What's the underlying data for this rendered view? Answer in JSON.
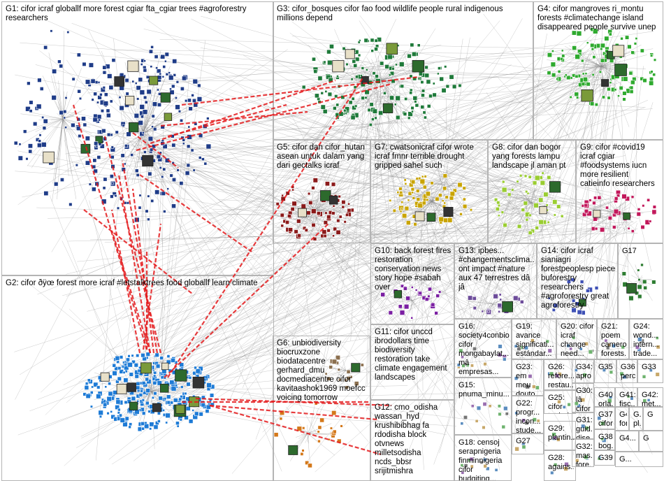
{
  "colors": {
    "background": "#ffffff",
    "box_border": "#b4b4b4",
    "edge": "#8a8a8a",
    "edge_highlight": "#e41a1c",
    "group1": "#1f3c88",
    "group2": "#1e7bd6",
    "group3": "#1f7a3a",
    "group4": "#2faa2f",
    "group5": "#8b1a1a",
    "group7": "#c9a400",
    "group8": "#9acd32",
    "group9": "#c2185b",
    "group10": "#7b1fa2",
    "group12": "#d4781a"
  },
  "groups": [
    {
      "id": "G1",
      "label": "G1: cifor icraf globallf more forest cgiar fta_cgiar trees #agroforestry\nresearchers"
    },
    {
      "id": "G2",
      "label": "G2: cifor ðÿœ forest more icraf #letstalktrees food globallf learn climate"
    },
    {
      "id": "G3",
      "label": "G3: cifor_bosques cifor fao food wildlife people rural indigenous\nmillions depend"
    },
    {
      "id": "G4",
      "label": "G4: cifor mangroves ri_montu\nforests #climatechange island\ndisappeared people survive unep"
    },
    {
      "id": "G5",
      "label": "G5: cifor dan cifor_hutan\nasean untuk dalam yang\ndari gectalks icraf"
    },
    {
      "id": "G6",
      "label": "G6: unbiodiversity\nbiocruxzone\nbiodatacentre\ngerhard_dmu\ndocmediacentre cifor\nkavitaashok1969 moefcc\nvoicing tomorrow"
    },
    {
      "id": "G7",
      "label": "G7: cwatsonicraf cifor wrote\nicraf fmnr terrible drought\ngripped sahel such"
    },
    {
      "id": "G8",
      "label": "G8: cifor dan bogor\nyang forests lampu\nlandscape jl aman pt"
    },
    {
      "id": "G9",
      "label": "G9: cifor #covid19\nicraf cgiar\n#foodsystems iucn\nmore resilient\ncatieinfo researchers"
    },
    {
      "id": "G10",
      "label": "G10: back forest fires\nrestoration\nconservation news\nstory hope #sabah\nover"
    },
    {
      "id": "G11",
      "label": "G11: cifor unccd\nibrodollars time\nbiodiversity\nrestoration take\nclimate engagement\nlandscapes"
    },
    {
      "id": "G12",
      "label": "G12: cmo_odisha\nwassan_hyd\nkrushibibhag fa\nrdodisha block\notvnews milletsodisha\nncds_bbsr srijitmishra"
    },
    {
      "id": "G13",
      "label": "G13: ipbes...\n#changementsclima...\nont impact #nature\naux 47 terrestres dâ\njâ"
    },
    {
      "id": "G14",
      "label": "G14: cifor icraf\nsianiagri\nforestpeoplesp piece\nbuforestry\nresearchers\n#agroforestry great\nagroforestry"
    },
    {
      "id": "G15",
      "label": "G15:\npnuma_minu..."
    },
    {
      "id": "G16",
      "label": "G16:\nsociety4conbio\ncifor\nmongabaylat...\nmâ empresas..."
    },
    {
      "id": "G17",
      "label": "G17"
    },
    {
      "id": "G18",
      "label": "G18: censoj\nserapnigeria\nfinminnigeria\ncifor budgiting..."
    },
    {
      "id": "G19",
      "label": "G19:\navance\nsignificati...\nestándar...\nen"
    },
    {
      "id": "G20",
      "label": "G20: cifor\nicraf\nchange\nneed..."
    },
    {
      "id": "G21",
      "label": "G21:\npoem\ncamero...\nforests..."
    },
    {
      "id": "G22",
      "label": "G22:\nprogr...\nincon...\nstude..."
    },
    {
      "id": "G23",
      "label": "G23:\nem\nmeu\ndouto..."
    },
    {
      "id": "G24",
      "label": "G24:\nwond...\nintern...\ntrade..."
    },
    {
      "id": "G25",
      "label": "G25:\ncifor\ntxtdari..."
    },
    {
      "id": "G26",
      "label": "G26:\nrefore...\nrestau..."
    },
    {
      "id": "G27",
      "label": "G27"
    },
    {
      "id": "G28",
      "label": "G28:\nagains..."
    },
    {
      "id": "G29",
      "label": "G29:\nplantin..."
    },
    {
      "id": "G30",
      "label": "G30:\nlâ\ncifor"
    },
    {
      "id": "G31",
      "label": "G31:\nguid...\ndise..."
    },
    {
      "id": "G32",
      "label": "G32:\nmas...\nfore..."
    },
    {
      "id": "G33",
      "label": "G33"
    },
    {
      "id": "G34",
      "label": "G34:\napro..."
    },
    {
      "id": "G35",
      "label": "G35"
    },
    {
      "id": "G36",
      "label": "G36:\nperc..."
    },
    {
      "id": "G37",
      "label": "G37:\ncifor"
    },
    {
      "id": "G38",
      "label": "G38:\nbog..."
    },
    {
      "id": "G39",
      "label": "G39"
    },
    {
      "id": "G40",
      "label": "G40:\norla..."
    },
    {
      "id": "G41",
      "label": "G41:\nfisc..."
    },
    {
      "id": "G42",
      "label": "G42:\nmet..."
    },
    {
      "id": "G43",
      "label": "G4...\nfor..."
    },
    {
      "id": "G44",
      "label": "G...\npl..."
    },
    {
      "id": "G45",
      "label": "G"
    },
    {
      "id": "G46",
      "label": "G4..."
    },
    {
      "id": "G47",
      "label": "G"
    },
    {
      "id": "G48",
      "label": "G..."
    }
  ]
}
